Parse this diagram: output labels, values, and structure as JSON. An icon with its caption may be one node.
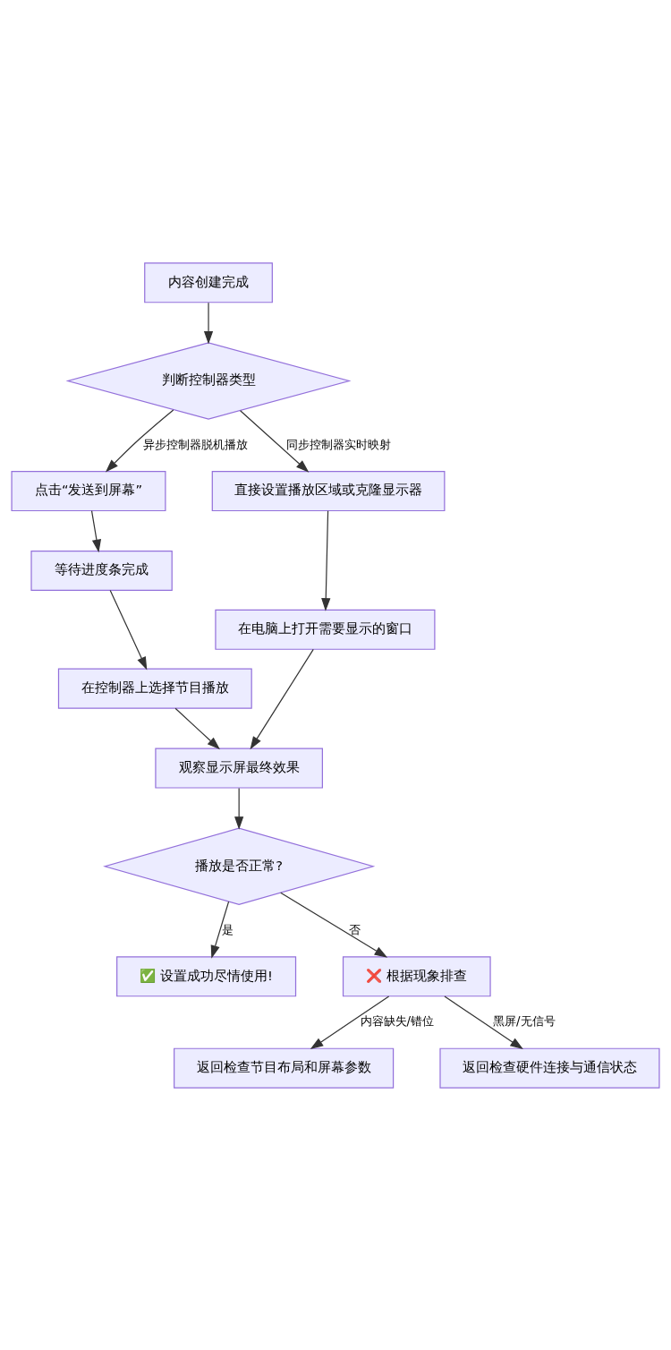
{
  "diagram": {
    "nodes": [
      {
        "text": [
          "内容创建完成"
        ]
      },
      {
        "text": [
          "判断控制器类型"
        ]
      },
      {
        "text": [
          "点击“发送到屏幕”"
        ]
      },
      {
        "text": [
          "等待进度条完成"
        ]
      },
      {
        "text": [
          "在控制器上选择节目播放"
        ]
      },
      {
        "text": [
          "直接设置播放区域或克隆显示器"
        ]
      },
      {
        "text": [
          "在电脑上打开需要显示的窗口"
        ]
      },
      {
        "text": [
          "观察显示屏最终效果"
        ]
      },
      {
        "text": [
          "播放是否正常?"
        ]
      },
      {
        "text": [
          "✅ 设置成功尽情使用!"
        ]
      },
      {
        "text": [
          "❌ 根据现象排查"
        ]
      },
      {
        "text": [
          "返回检查节目布局和屏幕参数"
        ]
      },
      {
        "text": [
          "返回检查硬件连接与通信状态"
        ]
      }
    ],
    "edges": [
      {
        "from": 0,
        "to": 1,
        "arrow": "to"
      },
      {
        "from": 1,
        "to": 2,
        "arrow": "to",
        "label": "异步控制器脱机播放"
      },
      {
        "from": 1,
        "to": 5,
        "arrow": "to",
        "label": "同步控制器实时映射"
      },
      {
        "from": 2,
        "to": 3,
        "arrow": "to"
      },
      {
        "from": 3,
        "to": 4,
        "arrow": "to"
      },
      {
        "from": 5,
        "to": 6,
        "arrow": "to"
      },
      {
        "from": 4,
        "to": 7,
        "arrow": "to"
      },
      {
        "from": 6,
        "to": 7,
        "arrow": "to"
      },
      {
        "from": 7,
        "to": 8,
        "arrow": "to"
      },
      {
        "from": 8,
        "to": 9,
        "arrow": "to",
        "label": "是"
      },
      {
        "from": 8,
        "to": 10,
        "arrow": "to",
        "label": "否"
      },
      {
        "from": 10,
        "to": 11,
        "arrow": "to",
        "label": "内容缺失/错位"
      },
      {
        "from": 10,
        "to": 12,
        "arrow": "to",
        "label": "黑屏/无信号"
      }
    ]
  }
}
